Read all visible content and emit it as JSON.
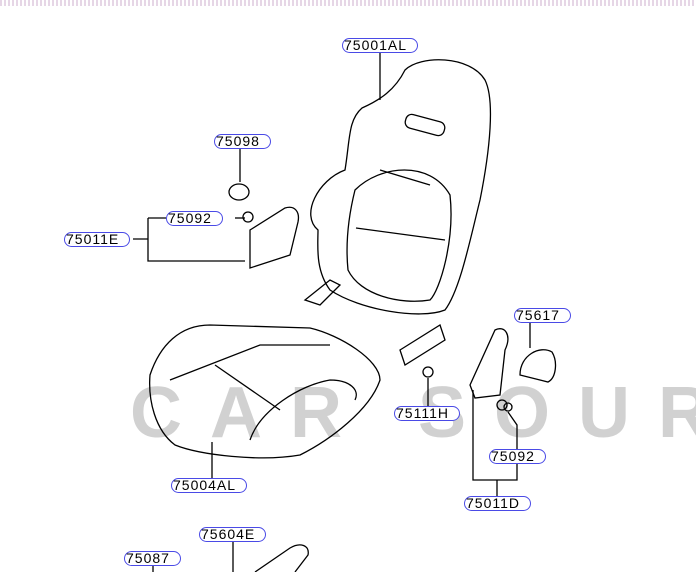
{
  "watermark": "CAR SOURCE",
  "callouts": {
    "seat_back": "75001AL",
    "cap": "75098",
    "bolt_left": "75092",
    "bracket_left": "75011E",
    "cover_right": "75617",
    "bolt_center": "75111H",
    "bolt_right": "75092",
    "seat_cushion": "75004AL",
    "bracket_right": "75011D",
    "slide_rail": "75604E",
    "rail_part": "75087"
  },
  "colors": {
    "callout_border": "#4a4ae6",
    "line": "#000000",
    "watermark": "#c9c9c9"
  }
}
